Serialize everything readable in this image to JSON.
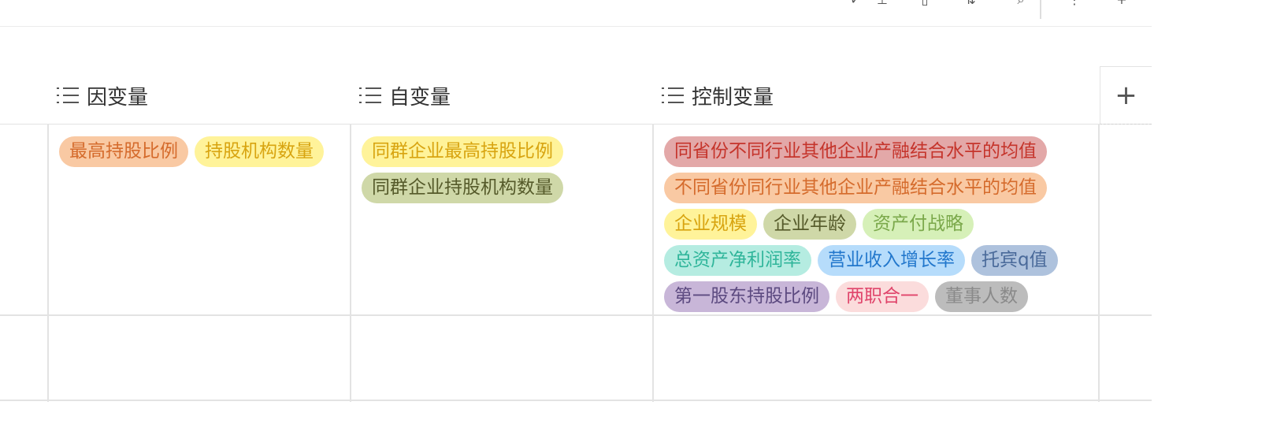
{
  "columns": [
    {
      "title": "因变量"
    },
    {
      "title": "自变量"
    },
    {
      "title": "控制变量"
    }
  ],
  "add_column_label": "+",
  "rows": [
    {
      "cells": [
        [
          {
            "text": "最高持股比例",
            "bg": "#f9c9a3",
            "fg": "#d56b2c"
          },
          {
            "text": "持股机构数量",
            "bg": "#fff39a",
            "fg": "#d8a410"
          }
        ],
        [
          {
            "text": "同群企业最高持股比例",
            "bg": "#fff39a",
            "fg": "#d8a410"
          },
          {
            "text": "同群企业持股机构数量",
            "bg": "#cfd8a8",
            "fg": "#555a2a"
          }
        ],
        [
          {
            "text": "同省份不同行业其他企业产融结合水平的均值",
            "bg": "#e3a8a8",
            "fg": "#c5342b"
          },
          {
            "text": "不同省份同行业其他企业产融结合水平的均值",
            "bg": "#f9c9a3",
            "fg": "#d56b2c"
          },
          {
            "text": "企业规模",
            "bg": "#fff39a",
            "fg": "#d8a410"
          },
          {
            "text": "企业年龄",
            "bg": "#cfd8a8",
            "fg": "#555a2a"
          },
          {
            "text": "资产付战略",
            "bg": "#d6f0b8",
            "fg": "#7aa84a"
          },
          {
            "text": "总资产净利润率",
            "bg": "#b5ece1",
            "fg": "#2fb59a"
          },
          {
            "text": "营业收入增长率",
            "bg": "#b6dcfb",
            "fg": "#2277cc"
          },
          {
            "text": "托宾q值",
            "bg": "#aec2dd",
            "fg": "#4a6a9a"
          },
          {
            "text": "第一股东持股比例",
            "bg": "#c8b6d8",
            "fg": "#5c4a80"
          },
          {
            "text": "两职合一",
            "bg": "#fbdcdc",
            "fg": "#e0456b"
          },
          {
            "text": "董事人数",
            "bg": "#bcbcbc",
            "fg": "#8a8a8a"
          }
        ]
      ]
    },
    {
      "cells": [
        [],
        [],
        []
      ]
    }
  ]
}
